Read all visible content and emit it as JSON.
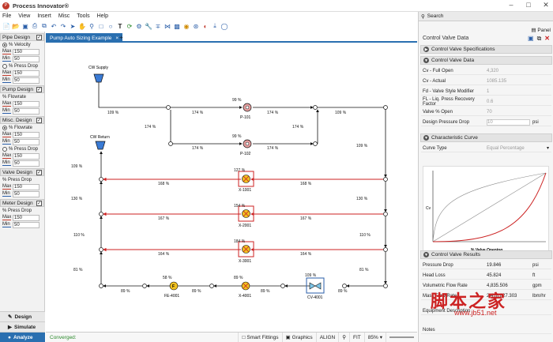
{
  "app": {
    "title": "Process Innovator®"
  },
  "menu": [
    "File",
    "View",
    "Insert",
    "Misc",
    "Tools",
    "Help"
  ],
  "left_panel": {
    "pipe_design": {
      "title": "Pipe Design",
      "opt1": "% Velocity",
      "opt2": "% Press Drop",
      "max_label": "Max",
      "min_label": "Min",
      "max1": "150",
      "min1": "50",
      "max2": "150",
      "min2": "50"
    },
    "pump_design": {
      "title": "Pump Design",
      "opt1": "% Flowrate",
      "max1": "150",
      "min1": "50"
    },
    "misc_design": {
      "title": "Misc. Design",
      "opt1": "% Flowrate",
      "opt2": "% Press Drop",
      "max1": "150",
      "min1": "50",
      "max2": "150",
      "min2": "50"
    },
    "valve_design": {
      "title": "Valve Design",
      "opt1": "% Press Drop",
      "max1": "150",
      "min1": "50"
    },
    "meter_design": {
      "title": "Meter Design",
      "opt1": "% Press Drop",
      "max1": "150",
      "min1": "50"
    },
    "tabs": [
      "Design",
      "Simulate",
      "Analyze"
    ]
  },
  "document_tab": {
    "label": "Pump Auto Sizing Example",
    "close": "×",
    "add": "+"
  },
  "diagram": {
    "supply_label": "CW Supply",
    "return_label": "CW Return",
    "pump1": "P-101",
    "pump2": "P-102",
    "valve1": "X-1001",
    "valve2": "X-2001",
    "valve3": "X-3001",
    "fe": "FE-4001",
    "xv": "X-4001",
    "cv": "CV-4001",
    "labels": {
      "p109a": "109 %",
      "p174a": "174 %",
      "p99a": "99 %",
      "p174b": "174 %",
      "p109b": "109 %",
      "p174c": "174 %",
      "p174d": "174 %",
      "p99b": "99 %",
      "p174e": "174 %",
      "p174f": "174 %",
      "p109c": "109 %",
      "p109d": "109 %",
      "p130a": "130 %",
      "p110a": "110 %",
      "p81a": "81 %",
      "p130b": "130 %",
      "p110b": "110 %",
      "p81b": "81 %",
      "p168a": "168 %",
      "p168b": "168 %",
      "p167a": "167 %",
      "p167b": "167 %",
      "p164a": "164 %",
      "p164b": "164 %",
      "v127": "127 %",
      "v154": "154 %",
      "v184": "184 %",
      "p89a": "89 %",
      "p89b": "89 %",
      "p89c": "89 %",
      "p89d": "89 %",
      "fe58": "58 %",
      "xv89": "89 %",
      "cv109": "109 %"
    }
  },
  "status": {
    "text": "Converged:",
    "smart_fittings": "Smart Fittings",
    "graphics": "Graphics",
    "align": "ALIGN",
    "fit": "FIT",
    "zoom": "85%"
  },
  "right_panel": {
    "search": "Search",
    "panel": "Panel",
    "title": "Control Valve Data",
    "sections": {
      "specs": "Control Valve Specifications",
      "data": "Control Valve Data",
      "curve": "Characteristic Curve",
      "results": "Control Valve Results"
    },
    "data_rows": [
      {
        "k": "Cv - Full Open",
        "v": "4,320",
        "u": ""
      },
      {
        "k": "Cv - Actual",
        "v": "1085.135",
        "u": ""
      },
      {
        "k": "Fd - Valve Style Modifier",
        "v": "1",
        "u": ""
      },
      {
        "k": "FL - Liq. Press Recovery Factor",
        "v": "0.6",
        "u": ""
      },
      {
        "k": "Valve % Open",
        "v": "70",
        "u": ""
      },
      {
        "k": "Design Pressure Drop",
        "v": "10",
        "u": "psi"
      }
    ],
    "curve_type_label": "Curve Type",
    "curve_type_value": "Equal Percentage",
    "chart_xlabel": "% Valve Opening",
    "chart_ylabel": "Cv",
    "result_rows": [
      {
        "k": "Pressure Drop",
        "v": "19.846",
        "u": "psi"
      },
      {
        "k": "Head Loss",
        "v": "45.824",
        "u": "ft"
      },
      {
        "k": "Volumetric Flow Rate",
        "v": "4,835.506",
        "u": "gpm"
      },
      {
        "k": "Mass Flow Rate",
        "v": "2,418,827.303",
        "u": "lbm/hr"
      }
    ],
    "equipment_description": "Equipment Description",
    "notes": "Notes"
  },
  "watermark": {
    "text": "脚本之家",
    "url": "www.jb51.net"
  },
  "colors": {
    "accent": "#2a6fb0",
    "pipe_red": "#cc2222",
    "valve_yellow": "#f0c020"
  }
}
